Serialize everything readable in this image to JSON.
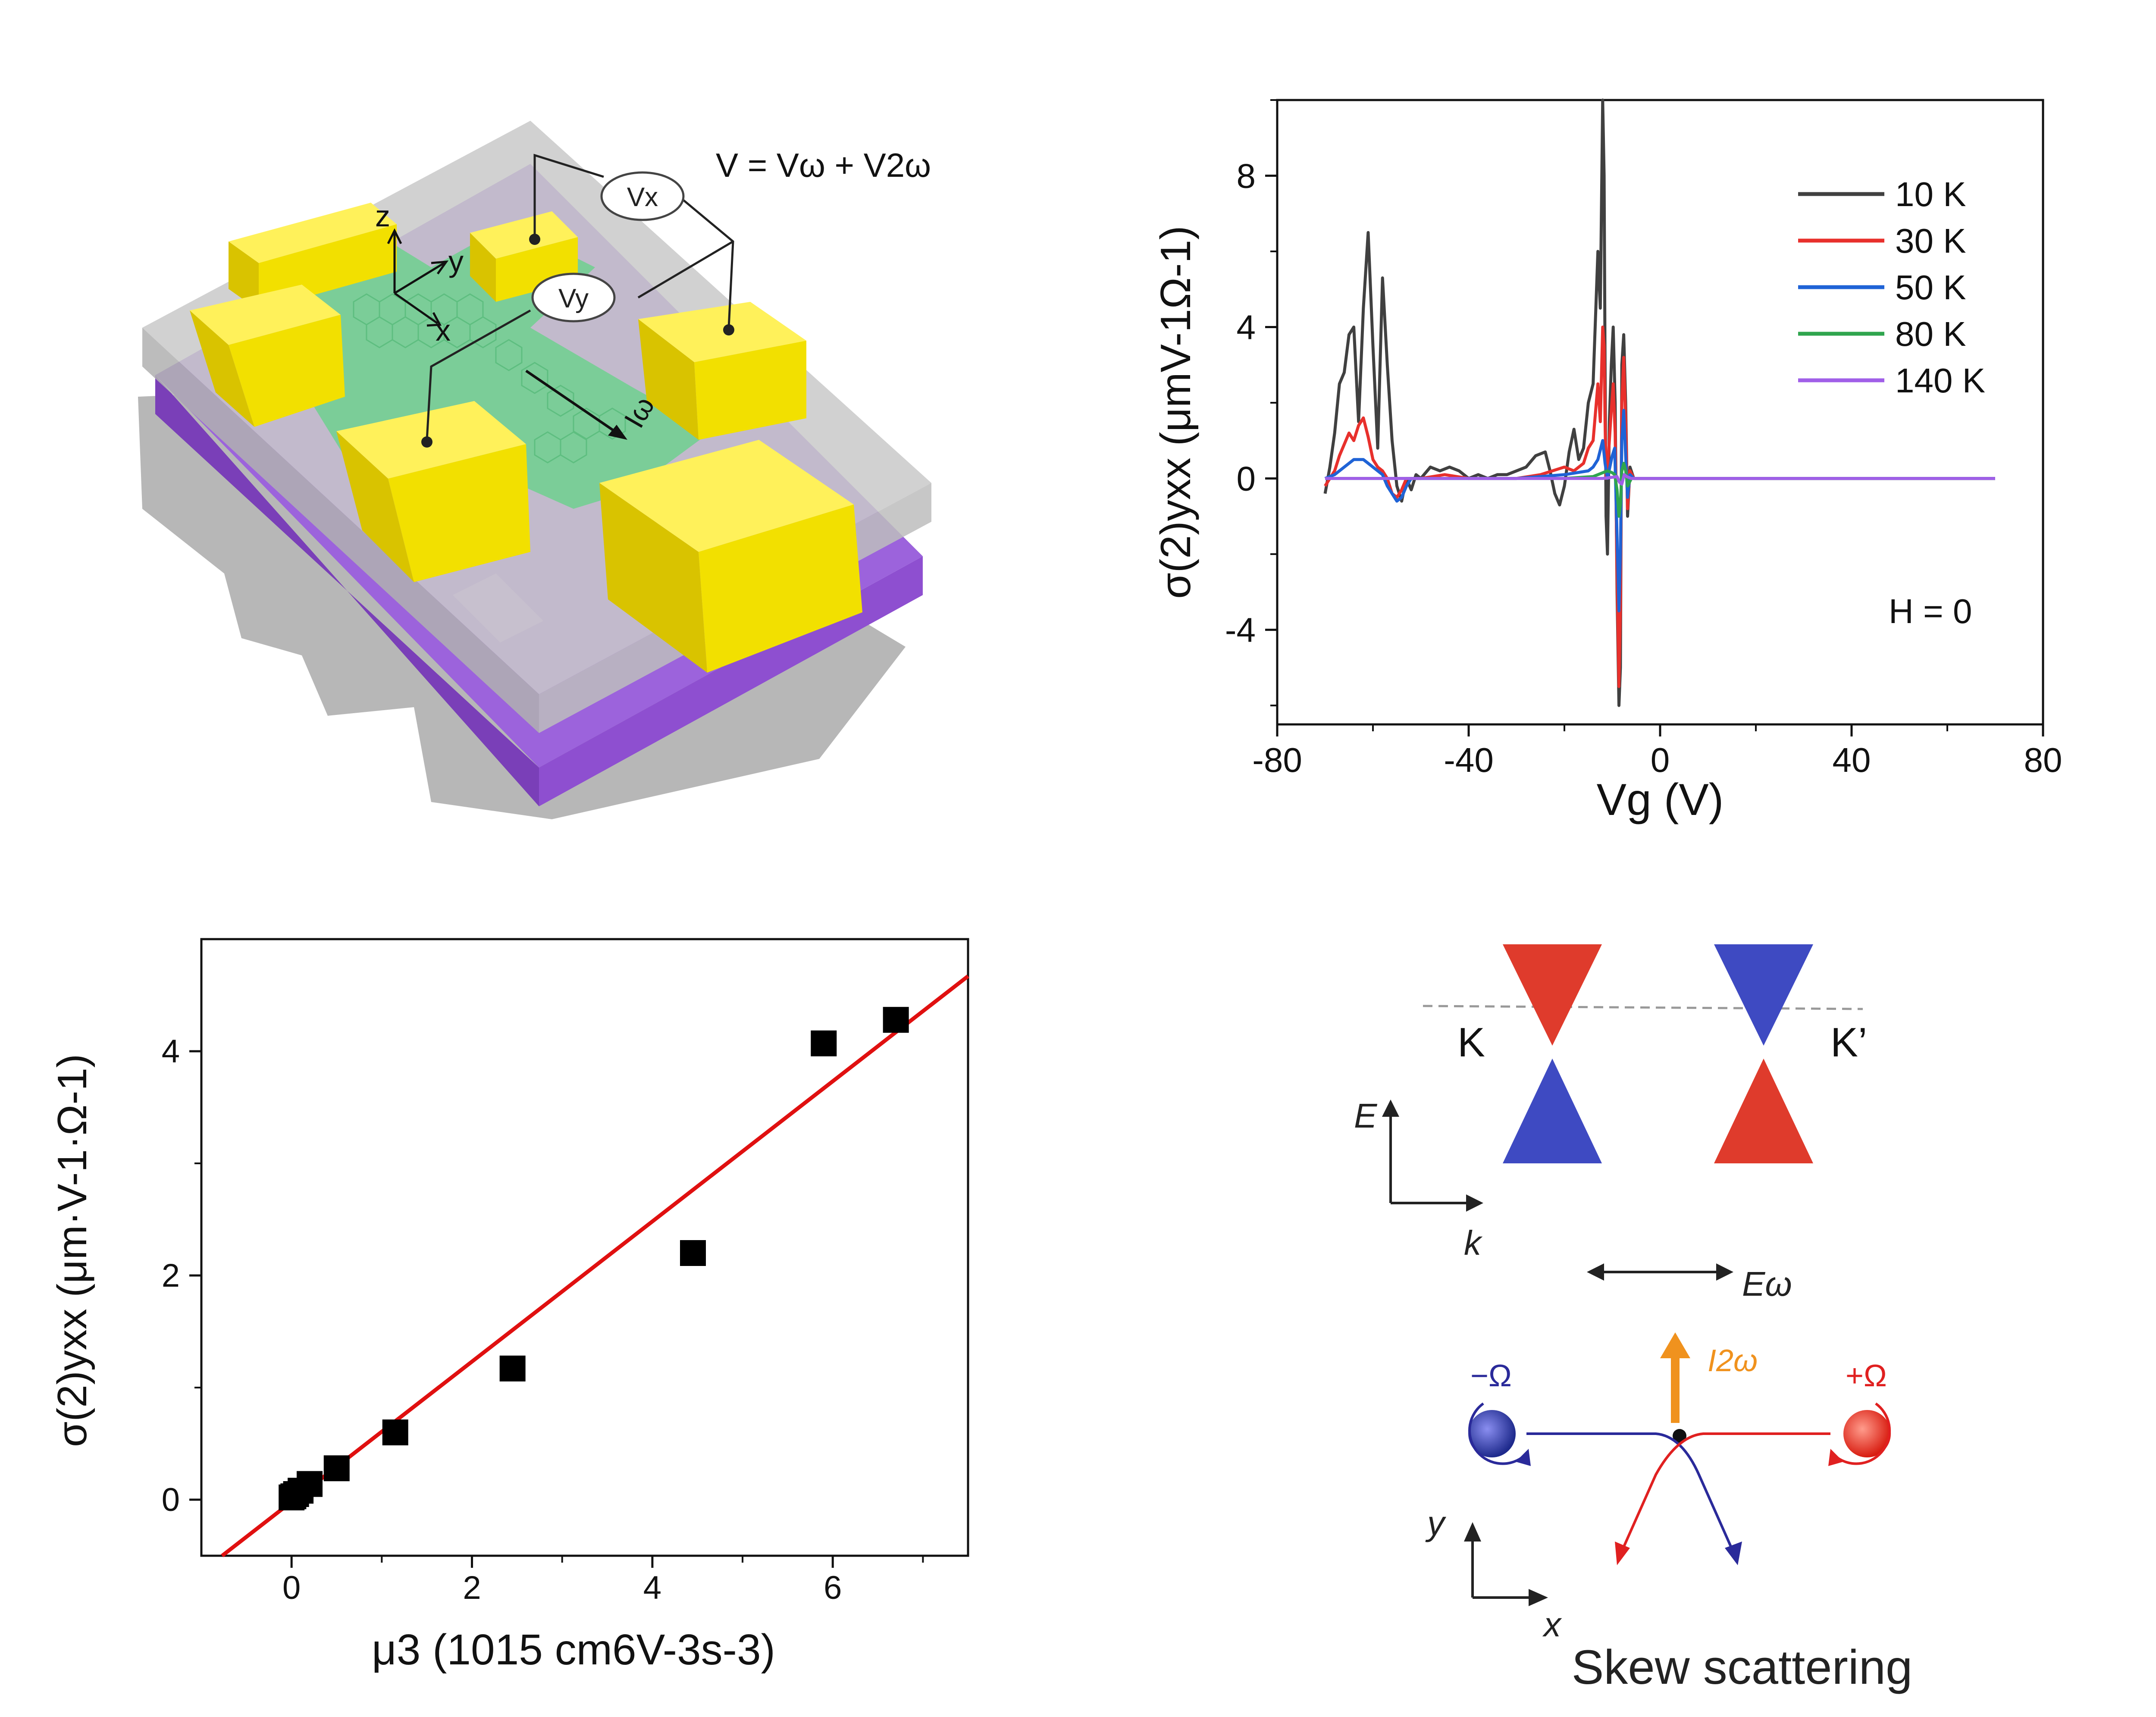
{
  "panel_a": {
    "equation": "V = Vω + V2ω",
    "labels": {
      "z": "z",
      "y": "y",
      "x": "x",
      "vx": "Vx",
      "vy": "Vy",
      "current": "Iω"
    }
  },
  "panel_d": {
    "valley_k": "K",
    "valley_kp": "K’",
    "axis_e": "E",
    "axis_k": "k",
    "field": "Eω",
    "current": "I2ω",
    "minus_omega": "−Ω",
    "plus_omega": "+Ω",
    "axis_y": "y",
    "axis_x": "x",
    "caption": "Skew scattering"
  },
  "chart_data": [
    {
      "type": "line",
      "xlabel": "Vg (V)",
      "ylabel": "σ(2)yxx (μmV-1Ω-1)",
      "xlim": [
        -80,
        80
      ],
      "ylim": [
        -6.5,
        10
      ],
      "xticks": [
        -80,
        -40,
        0,
        40,
        80
      ],
      "yticks": [
        -4,
        0,
        4,
        8
      ],
      "legend_position": "top-right",
      "annotation": "H = 0",
      "series": [
        {
          "name": "10 K",
          "color": "#404040",
          "x": [
            -70,
            -69,
            -68,
            -67,
            -66,
            -65,
            -64,
            -63,
            -62,
            -61,
            -60,
            -59,
            -58,
            -57,
            -56,
            -55,
            -54,
            -53,
            -52,
            -51,
            -50,
            -48,
            -46,
            -44,
            -42,
            -40,
            -38,
            -36,
            -34,
            -32,
            -30,
            -28,
            -26,
            -24,
            -23,
            -22,
            -21,
            -20,
            -19,
            -18,
            -17,
            -16,
            -15,
            -14,
            -13,
            -12.5,
            -12,
            -11.7,
            -11.5,
            -11.3,
            -11,
            -10.6,
            -10.2,
            -9.8,
            -9.4,
            -9,
            -8.6,
            -8.3,
            -8,
            -7.6,
            -7.2,
            -6.8,
            -6.3,
            -5.5,
            -4,
            -2,
            0,
            10,
            20,
            30,
            40,
            50,
            60,
            70
          ],
          "y": [
            -0.4,
            0.3,
            1.2,
            2.5,
            2.8,
            3.8,
            4.0,
            1.5,
            4.5,
            6.5,
            3.5,
            0.8,
            5.3,
            3.0,
            1.0,
            -0.2,
            -0.6,
            0,
            -0.3,
            0.1,
            0,
            0.3,
            0.2,
            0.3,
            0.2,
            0,
            0.1,
            0,
            0.1,
            0.1,
            0.2,
            0.3,
            0.6,
            0.7,
            0.2,
            -0.4,
            -0.7,
            -0.2,
            0.7,
            1.3,
            0.5,
            0.8,
            2.0,
            2.5,
            6.0,
            4.5,
            10.0,
            8.0,
            3.0,
            -1.0,
            -2.0,
            1.5,
            3.0,
            4.0,
            2.0,
            -3.0,
            -6.0,
            -5.0,
            3.0,
            3.8,
            2.0,
            -1.0,
            0.3,
            0,
            0,
            0,
            0,
            0,
            0,
            0,
            0,
            0,
            0,
            0
          ]
        },
        {
          "name": "30 K",
          "color": "#e8302c",
          "x": [
            -70,
            -69,
            -68,
            -67,
            -66,
            -65,
            -64,
            -63,
            -62,
            -61,
            -60,
            -59,
            -58,
            -57,
            -56,
            -55,
            -54,
            -53,
            -52,
            -51,
            -50,
            -45,
            -40,
            -30,
            -25,
            -20,
            -18,
            -16,
            -15,
            -14,
            -13,
            -12.5,
            -12,
            -11.7,
            -11.5,
            -11.3,
            -11,
            -10.6,
            -10.2,
            -9.8,
            -9.4,
            -9,
            -8.6,
            -8.3,
            -8,
            -7.6,
            -7.2,
            -6.8,
            -6.3,
            -5.5,
            -4,
            0,
            10,
            20,
            30,
            40,
            50,
            60,
            70
          ],
          "y": [
            -0.2,
            0,
            0.2,
            0.6,
            0.9,
            1.2,
            1.0,
            1.4,
            1.6,
            1.1,
            0.5,
            0.3,
            0.2,
            0,
            -0.4,
            -0.5,
            -0.3,
            0,
            0,
            0,
            0,
            0.1,
            0,
            0,
            0.1,
            0.3,
            0.2,
            0.4,
            0.8,
            1.0,
            2.5,
            1.5,
            4.0,
            3.5,
            1.5,
            0,
            0.3,
            1.0,
            1.8,
            2.5,
            1.2,
            -2.5,
            -5.5,
            -3.5,
            2.0,
            3.2,
            1.5,
            -0.8,
            0.2,
            0,
            0,
            0,
            0,
            0,
            0,
            0,
            0,
            0,
            0
          ]
        },
        {
          "name": "50 K",
          "color": "#1f63d6",
          "x": [
            -70,
            -68,
            -66,
            -64,
            -62,
            -60,
            -58,
            -57,
            -56,
            -55,
            -54,
            -53,
            -52,
            -50,
            -40,
            -30,
            -20,
            -15,
            -14,
            -13,
            -12,
            -11.5,
            -11,
            -10.5,
            -10,
            -9.5,
            -9,
            -8.6,
            -8.3,
            -8,
            -7.6,
            -7.2,
            -6.8,
            -6.3,
            -5.5,
            -4,
            0,
            10,
            20,
            30,
            40,
            50,
            60,
            70
          ],
          "y": [
            0,
            0.1,
            0.3,
            0.5,
            0.5,
            0.3,
            0.1,
            -0.2,
            -0.4,
            -0.6,
            -0.5,
            -0.2,
            0,
            0,
            0,
            0,
            0.1,
            0.2,
            0.3,
            0.5,
            1.0,
            0.4,
            0,
            0.3,
            0.6,
            0.8,
            -1.5,
            -3.5,
            -2.0,
            1.0,
            1.8,
            0.6,
            -0.5,
            0.1,
            0,
            0,
            0,
            0,
            0,
            0,
            0,
            0,
            0,
            0
          ]
        },
        {
          "name": "80 K",
          "color": "#2fa54e",
          "x": [
            -70,
            -60,
            -50,
            -40,
            -20,
            -14,
            -12,
            -11,
            -10,
            -9.5,
            -9,
            -8.6,
            -8.3,
            -8,
            -7.6,
            -7.2,
            -6.8,
            -6,
            -4,
            0,
            20,
            40,
            70
          ],
          "y": [
            0,
            0,
            0,
            0,
            0,
            0.05,
            0.15,
            0.2,
            0.15,
            0.1,
            -0.3,
            -1.0,
            -0.7,
            0.2,
            0.4,
            0.2,
            -0.2,
            0,
            0,
            0,
            0,
            0,
            0
          ]
        },
        {
          "name": "140 K",
          "color": "#a05fe8",
          "x": [
            -70,
            -40,
            -20,
            -12,
            -10,
            -9,
            -8.5,
            -8,
            -7.5,
            -7,
            -6,
            0,
            20,
            40,
            70
          ],
          "y": [
            0,
            0,
            0,
            0,
            0.03,
            0.05,
            -0.1,
            -0.15,
            0.1,
            0.05,
            0,
            0,
            0,
            0,
            0
          ]
        }
      ]
    },
    {
      "type": "scatter",
      "xlabel": "μ3 (1015 cm6V-3s-3)",
      "ylabel": "σ(2)yxx (μm·V-1·Ω-1)",
      "xlim": [
        -1,
        7.5
      ],
      "ylim": [
        -0.5,
        5
      ],
      "xticks": [
        0,
        2,
        4,
        6
      ],
      "yticks": [
        0,
        2,
        4
      ],
      "points": [
        {
          "x": 0.0,
          "y": 0.02
        },
        {
          "x": 0.02,
          "y": 0.03
        },
        {
          "x": 0.05,
          "y": 0.05
        },
        {
          "x": 0.1,
          "y": 0.08
        },
        {
          "x": 0.2,
          "y": 0.14
        },
        {
          "x": 0.5,
          "y": 0.28
        },
        {
          "x": 1.15,
          "y": 0.6
        },
        {
          "x": 2.45,
          "y": 1.17
        },
        {
          "x": 4.45,
          "y": 2.2
        },
        {
          "x": 5.9,
          "y": 4.07
        },
        {
          "x": 6.7,
          "y": 4.28
        }
      ],
      "fit_line": {
        "color": "#e01010",
        "x": [
          -0.77,
          7.5
        ],
        "y": [
          -0.5,
          4.67
        ]
      }
    }
  ]
}
